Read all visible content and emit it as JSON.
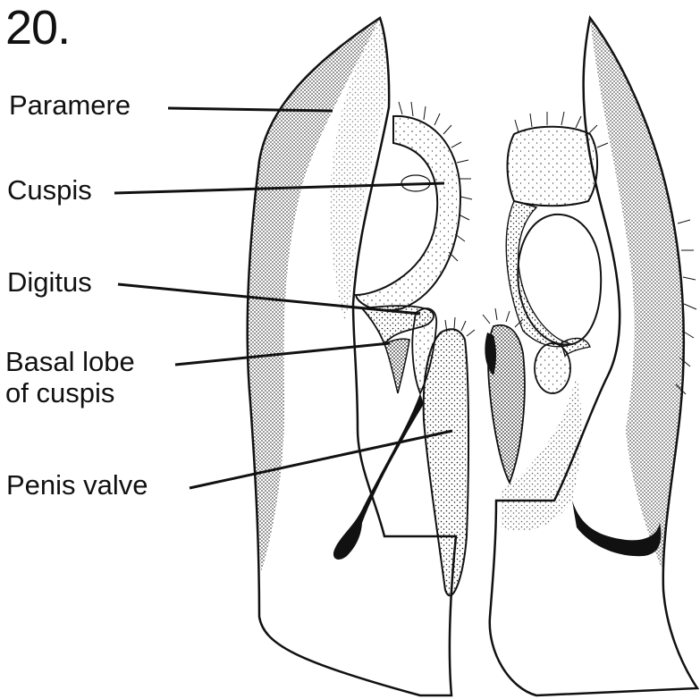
{
  "figure": {
    "number": "20.",
    "labels": {
      "paramere": "Paramere",
      "cuspis": "Cuspis",
      "digitus": "Digitus",
      "basal_lobe": [
        "Basal lobe",
        "of cuspis"
      ],
      "penis_valve": "Penis valve"
    }
  },
  "colors": {
    "ink": "#111111",
    "paper": "#ffffff",
    "stipple": "#1a1a1a"
  },
  "style": "black-and-white stippled pen illustration"
}
